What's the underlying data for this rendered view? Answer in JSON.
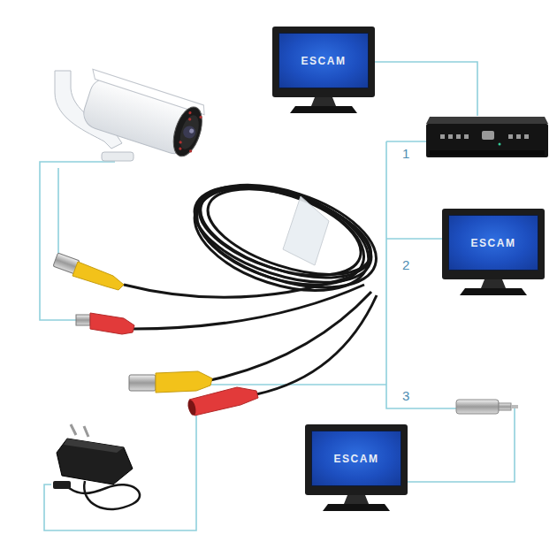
{
  "diagram": {
    "nodes": [
      {
        "text": [
          "ESCAM"
        ]
      },
      {
        "text": [
          "ESCAM"
        ]
      },
      {
        "text": [
          "ESCAM"
        ]
      }
    ],
    "labels": [
      "1",
      "2",
      "3"
    ]
  }
}
